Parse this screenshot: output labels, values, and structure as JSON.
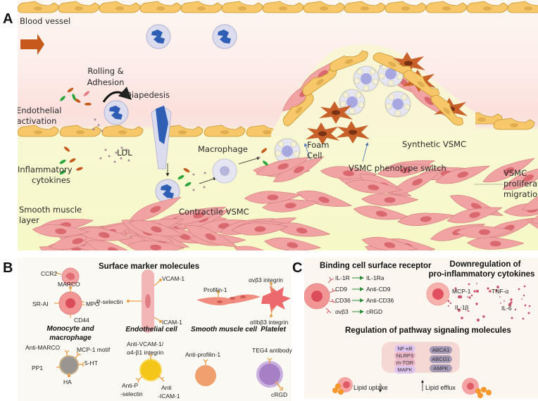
{
  "panels": {
    "a": {
      "letter": "A",
      "labels": {
        "blood_vessel": "Blood vessel",
        "rolling_adhesion": "Rolling &\nAdhesion",
        "rolling": "Rolling &",
        "adhesion": "Adhesion",
        "diapedesis": "Diapedesis",
        "endothelial": "Endothelial",
        "activation": "activation",
        "ldl": "LDL",
        "inflammatory": "Inflammatory",
        "cytokines": "cytokines",
        "macrophage": "Macrophage",
        "foam": "Foam",
        "cell": "Cell",
        "synthetic_vsmc": "Synthetic VSMC",
        "phenotype_switch": "VSMC phenotype switch",
        "vsmc": "VSMC",
        "proliferation": "proliferation/",
        "migration": "migration",
        "smooth_muscle": "Smooth muscle",
        "layer": "layer",
        "contractile_vsmc": "Contractile VSMC"
      },
      "colors": {
        "endothelium": "#f6c86a",
        "vsmc": "#ef9a9a",
        "synthetic_vsmc": "#c8602a",
        "leukocyte_nucleus": "#2f5eb5",
        "flow_arrow": "#c55a1c"
      }
    },
    "b": {
      "letter": "B",
      "title": "Surface marker molecules",
      "monocyte": {
        "markers": [
          "CCR2",
          "MARCO",
          "SR-AI",
          "MPO",
          "CD44"
        ],
        "heading_line1": "Monocyte and",
        "heading_line2": "macrophage",
        "np_ligands": [
          "Anti-MARCO",
          "MCP-1 motif",
          "5-HT",
          "PP1",
          "HA"
        ]
      },
      "endothelial": {
        "markers": [
          "VCAM-1",
          "P-selectin",
          "ICAM-1"
        ],
        "heading": "Endothelial cell",
        "np_ligands": [
          "Anti-VCAM-1/",
          "α4-β1 integrin",
          "Anti-P",
          "-selectin",
          "Anti",
          "-ICAM-1"
        ]
      },
      "smooth_muscle": {
        "markers": [
          "Profilin-1"
        ],
        "heading": "Smooth muscle cell",
        "np_ligands": [
          "Anti-profilin-1"
        ]
      },
      "platelet": {
        "markers": [
          "αvβ3 integrin",
          "αIIbβ3 integrin"
        ],
        "heading": "Platelet",
        "np_ligands": [
          "TEG4 antibody",
          "cRGD"
        ]
      }
    },
    "c": {
      "letter": "C",
      "binding_title": "Binding cell surface receptor",
      "binding_pairs": [
        {
          "receptor": "IL-1R",
          "ligand": "IL-1Ra"
        },
        {
          "receptor": "CD9",
          "ligand": "Anti-CD9"
        },
        {
          "receptor": "CD36",
          "ligand": "Anti-CD36"
        },
        {
          "receptor": "αvβ3",
          "ligand": "cRGD"
        }
      ],
      "down_title_1": "Downregulation of",
      "down_title_2": "pro-inflammatory cytokines",
      "cytokines": [
        "MCP-1",
        "TNF-α",
        "IL-1β",
        "IL-6"
      ],
      "pathway_title": "Regulation of pathway signaling  molecules",
      "pathway_left": [
        "NF-κB",
        "NLRP3",
        "m-TOR",
        "MAPK"
      ],
      "pathway_right": [
        "ABCA1",
        "ABCG1",
        "AMPK"
      ],
      "lipid_uptake": "Lipid uptake",
      "lipid_efflux": "Lipid efflux",
      "arrow_color": "#2e8b3a"
    }
  }
}
